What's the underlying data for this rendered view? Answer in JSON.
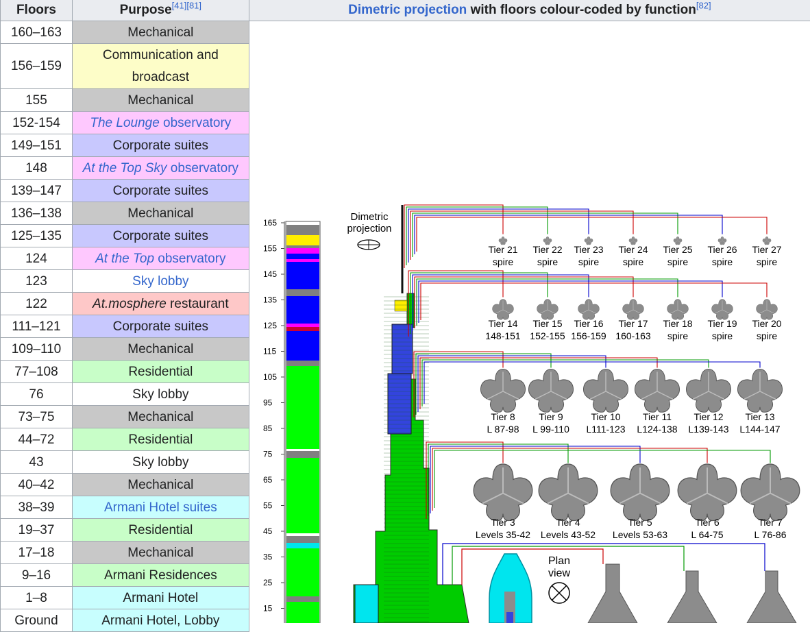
{
  "header": {
    "floors": "Floors",
    "purpose": "Purpose",
    "purpose_refs": "[41][81]",
    "diagram_link": "Dimetric projection",
    "diagram_rest": " with floors colour-coded by function",
    "diagram_ref": "[82]"
  },
  "rows": [
    {
      "floors": "160–163",
      "purpose": "Mechanical"
    },
    {
      "floors": "156–159",
      "purpose_line1": "Communication and",
      "purpose_line2": "broadcast"
    },
    {
      "floors": "155",
      "purpose": "Mechanical"
    },
    {
      "floors": "152-154",
      "purpose_em": "The Lounge",
      "purpose_rest": " observatory"
    },
    {
      "floors": "149–151",
      "purpose": "Corporate suites"
    },
    {
      "floors": "148",
      "purpose_em": "At the Top Sky",
      "purpose_rest": " observatory"
    },
    {
      "floors": "139–147",
      "purpose": "Corporate suites"
    },
    {
      "floors": "136–138",
      "purpose": "Mechanical"
    },
    {
      "floors": "125–135",
      "purpose": "Corporate suites"
    },
    {
      "floors": "124",
      "purpose_em": "At the Top",
      "purpose_rest": " observatory"
    },
    {
      "floors": "123",
      "purpose": "Sky lobby"
    },
    {
      "floors": "122",
      "purpose_em": "At.mosphere",
      "purpose_rest": " restaurant"
    },
    {
      "floors": "111–121",
      "purpose": "Corporate suites"
    },
    {
      "floors": "109–110",
      "purpose": "Mechanical"
    },
    {
      "floors": "77–108",
      "purpose": "Residential"
    },
    {
      "floors": "76",
      "purpose": "Sky lobby"
    },
    {
      "floors": "73–75",
      "purpose": "Mechanical"
    },
    {
      "floors": "44–72",
      "purpose": "Residential"
    },
    {
      "floors": "43",
      "purpose": "Sky lobby"
    },
    {
      "floors": "40–42",
      "purpose": "Mechanical"
    },
    {
      "floors": "38–39",
      "purpose": "Armani Hotel suites"
    },
    {
      "floors": "19–37",
      "purpose": "Residential"
    },
    {
      "floors": "17–18",
      "purpose": "Mechanical"
    },
    {
      "floors": "9–16",
      "purpose": "Armani Residences"
    },
    {
      "floors": "1–8",
      "purpose": "Armani Hotel"
    },
    {
      "floors": "Ground",
      "purpose": "Armani Hotel, Lobby"
    }
  ],
  "figure": {
    "axis_ticks": [
      "165",
      "155",
      "145",
      "135",
      "125",
      "115",
      "105",
      "95",
      "85",
      "75",
      "65",
      "55",
      "45",
      "35",
      "25",
      "15"
    ],
    "dimetric_line1": "Dimetric",
    "dimetric_line2": "projection",
    "plan_line1": "Plan",
    "plan_line2": "view",
    "tiers": [
      {
        "name": "Tier 21",
        "sub": "spire"
      },
      {
        "name": "Tier 22",
        "sub": "spire"
      },
      {
        "name": "Tier 23",
        "sub": "spire"
      },
      {
        "name": "Tier 24",
        "sub": "spire"
      },
      {
        "name": "Tier 25",
        "sub": "spire"
      },
      {
        "name": "Tier 26",
        "sub": "spire"
      },
      {
        "name": "Tier 27",
        "sub": "spire"
      },
      {
        "name": "Tier 14",
        "sub": "148-151"
      },
      {
        "name": "Tier 15",
        "sub": "152-155"
      },
      {
        "name": "Tier 16",
        "sub": "156-159"
      },
      {
        "name": "Tier 17",
        "sub": "160-163"
      },
      {
        "name": "Tier 18",
        "sub": "spire"
      },
      {
        "name": "Tier 19",
        "sub": "spire"
      },
      {
        "name": "Tier 20",
        "sub": "spire"
      },
      {
        "name": "Tier 8",
        "sub": "L 87-98"
      },
      {
        "name": "Tier 9",
        "sub": "L 99-110"
      },
      {
        "name": "Tier 10",
        "sub": "L111-123"
      },
      {
        "name": "Tier 11",
        "sub": "L124-138"
      },
      {
        "name": "Tier 12",
        "sub": "L139-143"
      },
      {
        "name": "Tier 13",
        "sub": "L144-147"
      },
      {
        "name": "Tier 3",
        "sub": "Levels 35-42"
      },
      {
        "name": "Tier 4",
        "sub": "Levels 43-52"
      },
      {
        "name": "Tier 5",
        "sub": "Levels 53-63"
      },
      {
        "name": "Tier 6",
        "sub": "L 64-75"
      },
      {
        "name": "Tier 7",
        "sub": "L 76-86"
      }
    ]
  },
  "colors": {
    "mechanical": "#c8c8c8",
    "communication": "#fdfdc8",
    "observatory": "#fec8fe",
    "corporate": "#c8c8fe",
    "sky_lobby": "#ffffff",
    "restaurant": "#fec8c8",
    "residential": "#c8fec8",
    "armani": "#c8fefe",
    "link": "#3366cc",
    "bar_residential": "#00ff00",
    "bar_corporate": "#0000ff",
    "bar_mechanical": "#808080"
  }
}
